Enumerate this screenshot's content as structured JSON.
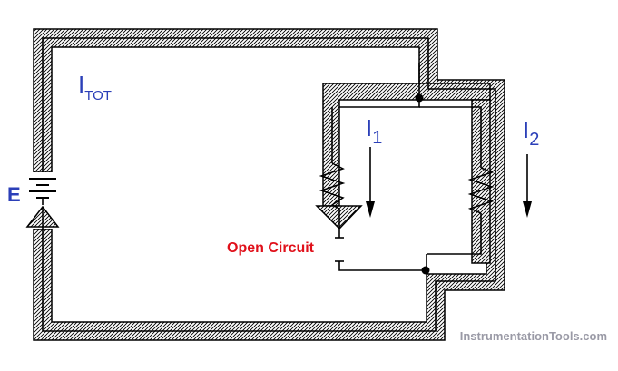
{
  "labels": {
    "i_tot_main": "I",
    "i_tot_sub": "TOT",
    "i1_main": "I",
    "i1_sub": "1",
    "i2_main": "I",
    "i2_sub": "2",
    "emf": "E",
    "open_circuit": "Open Circuit",
    "watermark": "InstrumentationTools.com"
  },
  "colors": {
    "label_blue": "#2b3fb8",
    "open_circuit_red": "#e0101a",
    "watermark_gray": "#9a9aa6",
    "wire": "#000000",
    "background": "#ffffff"
  }
}
